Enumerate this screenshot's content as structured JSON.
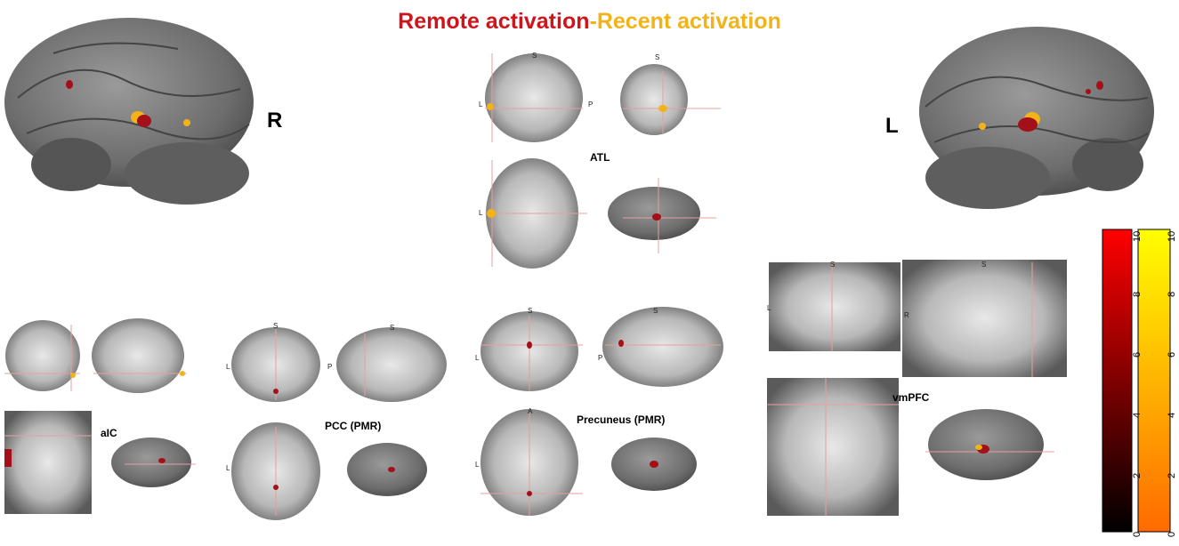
{
  "title": {
    "remote": "Remote activation",
    "separator": "-",
    "recent": "Recent activation"
  },
  "hemispheres": {
    "right": "R",
    "left": "L"
  },
  "regions": {
    "atl": "ATL",
    "aic": "aIC",
    "pcc": "PCC (PMR)",
    "precuneus": "Precuneus (PMR)",
    "vmpfc": "vmPFC"
  },
  "orientation_letters": {
    "superior": "S",
    "left": "L",
    "posterior": "P",
    "anterior": "A",
    "right": "R"
  },
  "colorbars": {
    "remote": {
      "ticks": [
        "0",
        "2",
        "4",
        "6",
        "8",
        "10"
      ],
      "gradient": [
        "#000000",
        "#ff0000"
      ]
    },
    "recent": {
      "ticks": [
        "0",
        "2",
        "4",
        "6",
        "8",
        "10"
      ],
      "gradient": [
        "#ff6a00",
        "#ffff00"
      ]
    }
  },
  "colors": {
    "remote": "#d0141c",
    "recent": "#f2b318"
  }
}
